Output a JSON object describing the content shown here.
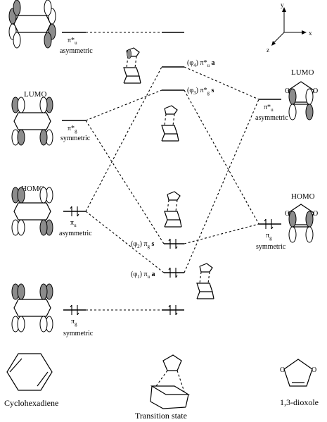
{
  "left_column": {
    "label_lumo": "LUMO",
    "label_homo": "HOMO",
    "orbitals": [
      {
        "symbol": "π*",
        "sub": "u",
        "name": "asymmetric"
      },
      {
        "symbol": "π*",
        "sub": "g",
        "name": "symmetric"
      },
      {
        "symbol": "π",
        "sub": "u",
        "name": "asymmetric"
      },
      {
        "symbol": "π",
        "sub": "g",
        "name": "symmetric"
      }
    ],
    "molecule_name": "Cyclohexadiene"
  },
  "middle_column": {
    "levels": [
      {
        "phi": "(φ",
        "idx": "4",
        "sym": "π*",
        "sub": "u",
        "tag": "a"
      },
      {
        "phi": "(φ",
        "idx": "3",
        "sym": "π*",
        "sub": "g",
        "tag": "s"
      },
      {
        "phi": "(φ",
        "idx": "2",
        "sym": "π",
        "sub": "g",
        "tag": "s"
      },
      {
        "phi": "(φ",
        "idx": "1",
        "sym": "π",
        "sub": "u",
        "tag": "a"
      }
    ],
    "molecule_name": "Transition state"
  },
  "right_column": {
    "label_lumo": "LUMO",
    "label_homo": "HOMO",
    "orbitals": [
      {
        "symbol": "π*",
        "sub": "u",
        "name": "asymmetric"
      },
      {
        "symbol": "π",
        "sub": "g",
        "name": "symmetric"
      }
    ],
    "molecule_name": "1,3-dioxole",
    "atom_label": "O"
  },
  "axes": {
    "x": "x",
    "y": "y",
    "z": "z"
  }
}
